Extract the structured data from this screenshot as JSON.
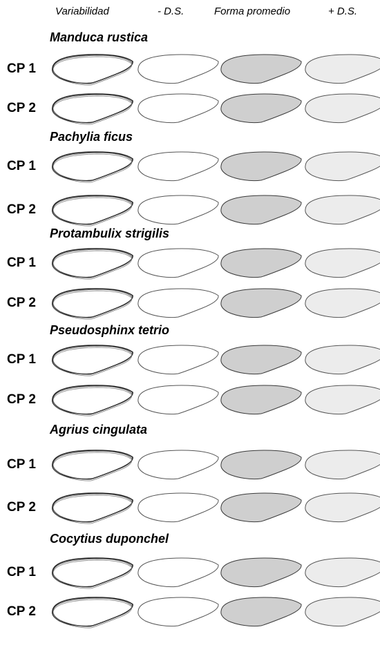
{
  "header": {
    "col_variability": "Variabilidad",
    "col_minus_sd": "- D.S.",
    "col_mean_shape": "Forma promedio",
    "col_plus_sd": "+ D.S."
  },
  "colors": {
    "outline": "#222222",
    "mean_fill": "#cfcfcf",
    "plus_sd_fill": "#ececec",
    "minus_sd_fill": "#ffffff"
  },
  "species": [
    {
      "name": "Manduca rustica",
      "rows": [
        {
          "label": "CP 1"
        },
        {
          "label": "CP 2"
        }
      ]
    },
    {
      "name": "Pachylia ficus",
      "rows": [
        {
          "label": "CP 1"
        },
        {
          "label": "CP 2"
        }
      ]
    },
    {
      "name": "Protambulix strigilis",
      "rows": [
        {
          "label": "CP 1"
        },
        {
          "label": "CP 2"
        }
      ]
    },
    {
      "name": "Pseudosphinx tetrio",
      "rows": [
        {
          "label": "CP 1"
        },
        {
          "label": "CP 2"
        }
      ]
    },
    {
      "name": "Agrius cingulata",
      "rows": [
        {
          "label": "CP 1"
        },
        {
          "label": "CP 2"
        }
      ]
    },
    {
      "name": "Cocytius duponchel",
      "rows": [
        {
          "label": "CP 1"
        },
        {
          "label": "CP 2"
        }
      ]
    }
  ]
}
